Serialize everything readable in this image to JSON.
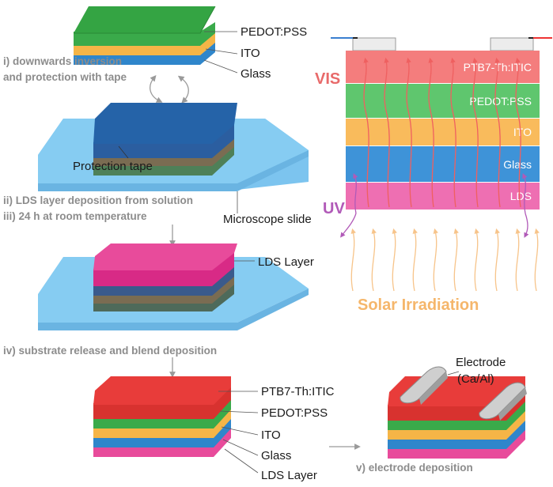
{
  "colors": {
    "pedot": "#3aaa4a",
    "ito": "#f5b547",
    "glass": "#2f86cb",
    "lds": "#e84b9b",
    "active": "#e83c3a",
    "tape": "#2563a8",
    "slide": "#7cc4ef",
    "step_text": "#8c8c8c",
    "vis": "#e86a6a",
    "uv": "#b15ab8",
    "solar": "#f5b66b"
  },
  "labels": {
    "pedot": "PEDOT:PSS",
    "ito": "ITO",
    "glass": "Glass",
    "protection_tape": "Protection tape",
    "microscope_slide": "Microscope slide",
    "lds_layer": "LDS Layer",
    "ptb7": "PTB7-Th:ITIC",
    "electrode_line1": "Electrode",
    "electrode_line2": "(Ca/Al)"
  },
  "steps": {
    "s1_line1": "i) downwards inversion",
    "s1_line2": "and protection with tape",
    "s2": "ii) LDS layer deposition from solution",
    "s3": "iii) 24 h at room temperature",
    "s4": "iv) substrate release and blend deposition",
    "s5": "v) electrode deposition"
  },
  "stack": {
    "layers": [
      "PTB7-Th:ITIC",
      "PEDOT:PSS",
      "ITO",
      "Glass",
      "LDS"
    ],
    "vis_label": "VIS",
    "uv_label": "UV",
    "solar_label": "Solar Irradiation"
  }
}
